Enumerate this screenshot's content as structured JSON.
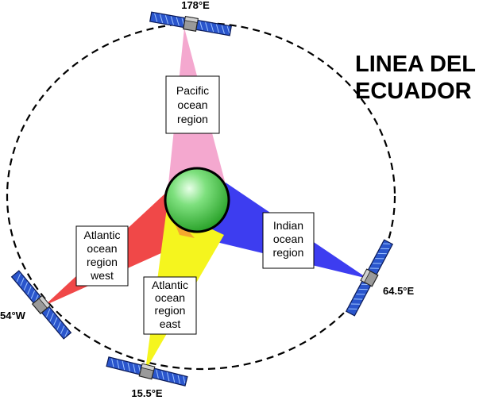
{
  "title": {
    "line1": "LINEA DEL",
    "line2": "ECUADOR"
  },
  "satellites": [
    {
      "id": "pacific",
      "label": "178°E"
    },
    {
      "id": "indian",
      "label": "64.5°E"
    },
    {
      "id": "atl-east",
      "label": "15.5°E"
    },
    {
      "id": "atl-west",
      "label": "54°W"
    }
  ],
  "regions": [
    {
      "id": "pacific",
      "lines": [
        "Pacific",
        "ocean",
        "region"
      ],
      "color": "#f4a8cf"
    },
    {
      "id": "indian",
      "lines": [
        "Indian",
        "ocean",
        "region"
      ],
      "color": "#3d3df0"
    },
    {
      "id": "atl-east",
      "lines": [
        "Atlantic",
        "ocean",
        "region",
        "east"
      ],
      "color": "#f5f51e"
    },
    {
      "id": "atl-west",
      "lines": [
        "Atlantic",
        "ocean",
        "region",
        "west"
      ],
      "color": "#f04848"
    }
  ],
  "colors": {
    "earth": "#3ec93e",
    "orbit": "#000000",
    "solar_panel": "#2a55cc"
  }
}
